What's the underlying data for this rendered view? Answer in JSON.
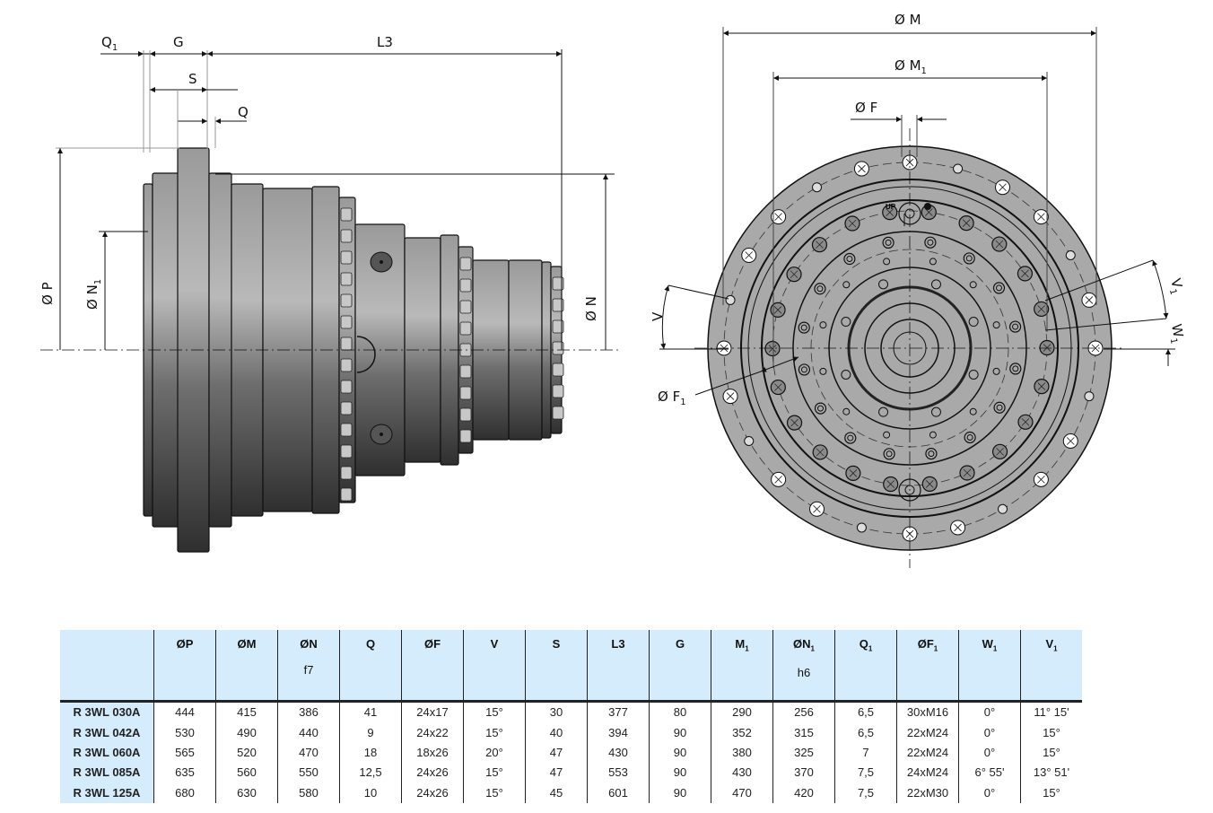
{
  "drawing": {
    "side_view": {
      "labels": {
        "Q1": {
          "main": "Q",
          "sub": "1"
        },
        "G": {
          "main": "G",
          "sub": ""
        },
        "L3": {
          "main": "L3",
          "sub": ""
        },
        "S": {
          "main": "S",
          "sub": ""
        },
        "Q": {
          "main": "Q",
          "sub": ""
        },
        "P": {
          "main": "Ø P",
          "sub": ""
        },
        "N1": {
          "main": "Ø N",
          "sub": "1"
        },
        "N": {
          "main": "Ø N",
          "sub": ""
        }
      }
    },
    "front_view": {
      "labels": {
        "M": {
          "main": "Ø M",
          "sub": ""
        },
        "M1": {
          "main": "Ø M",
          "sub": "1"
        },
        "F": {
          "main": "Ø F",
          "sub": ""
        },
        "F1": {
          "main": "Ø F",
          "sub": "1"
        },
        "V": {
          "main": "V",
          "sub": ""
        },
        "V1": {
          "main": "V",
          "sub": "1"
        },
        "W1": {
          "main": "W",
          "sub": "1"
        }
      },
      "up_marker": "UP"
    },
    "colors": {
      "body_light": "#bdbdbd",
      "body_dark": "#3a3a3a",
      "front_fill": "#a9a9a9",
      "table_header": "#d4ecfb"
    }
  },
  "table": {
    "columns": [
      {
        "key": "P",
        "label": "ØP",
        "sub": "",
        "tolerance": ""
      },
      {
        "key": "M",
        "label": "ØM",
        "sub": "",
        "tolerance": ""
      },
      {
        "key": "N",
        "label": "ØN",
        "sub": "",
        "tolerance": "f7"
      },
      {
        "key": "Q",
        "label": "Q",
        "sub": "",
        "tolerance": ""
      },
      {
        "key": "F",
        "label": "ØF",
        "sub": "",
        "tolerance": ""
      },
      {
        "key": "V",
        "label": "V",
        "sub": "",
        "tolerance": ""
      },
      {
        "key": "S",
        "label": "S",
        "sub": "",
        "tolerance": ""
      },
      {
        "key": "L3",
        "label": "L3",
        "sub": "",
        "tolerance": ""
      },
      {
        "key": "G",
        "label": "G",
        "sub": "",
        "tolerance": ""
      },
      {
        "key": "M1",
        "label": "M",
        "sub": "1",
        "tolerance": ""
      },
      {
        "key": "N1",
        "label": "ØN",
        "sub": "1",
        "tolerance": "h6"
      },
      {
        "key": "Q1",
        "label": "Q",
        "sub": "1",
        "tolerance": ""
      },
      {
        "key": "F1",
        "label": "ØF",
        "sub": "1",
        "tolerance": ""
      },
      {
        "key": "W1",
        "label": "W",
        "sub": "1",
        "tolerance": ""
      },
      {
        "key": "V1",
        "label": "V",
        "sub": "1",
        "tolerance": ""
      }
    ],
    "rows": [
      {
        "model": "R 3WL 030A",
        "values": [
          "444",
          "415",
          "386",
          "41",
          "24x17",
          "15°",
          "30",
          "377",
          "80",
          "290",
          "256",
          "6,5",
          "30xM16",
          "0°",
          "11° 15'"
        ]
      },
      {
        "model": "R 3WL 042A",
        "values": [
          "530",
          "490",
          "440",
          "9",
          "24x22",
          "15°",
          "40",
          "394",
          "90",
          "352",
          "315",
          "6,5",
          "22xM24",
          "0°",
          "15°"
        ]
      },
      {
        "model": "R 3WL 060A",
        "values": [
          "565",
          "520",
          "470",
          "18",
          "18x26",
          "20°",
          "47",
          "430",
          "90",
          "380",
          "325",
          "7",
          "22xM24",
          "0°",
          "15°"
        ]
      },
      {
        "model": "R 3WL 085A",
        "values": [
          "635",
          "560",
          "550",
          "12,5",
          "24x26",
          "15°",
          "47",
          "553",
          "90",
          "430",
          "370",
          "7,5",
          "24xM24",
          "6° 55'",
          "13° 51'"
        ]
      },
      {
        "model": "R 3WL 125A",
        "values": [
          "680",
          "630",
          "580",
          "10",
          "24x26",
          "15°",
          "45",
          "601",
          "90",
          "470",
          "420",
          "7,5",
          "22xM30",
          "0°",
          "15°"
        ]
      }
    ]
  }
}
